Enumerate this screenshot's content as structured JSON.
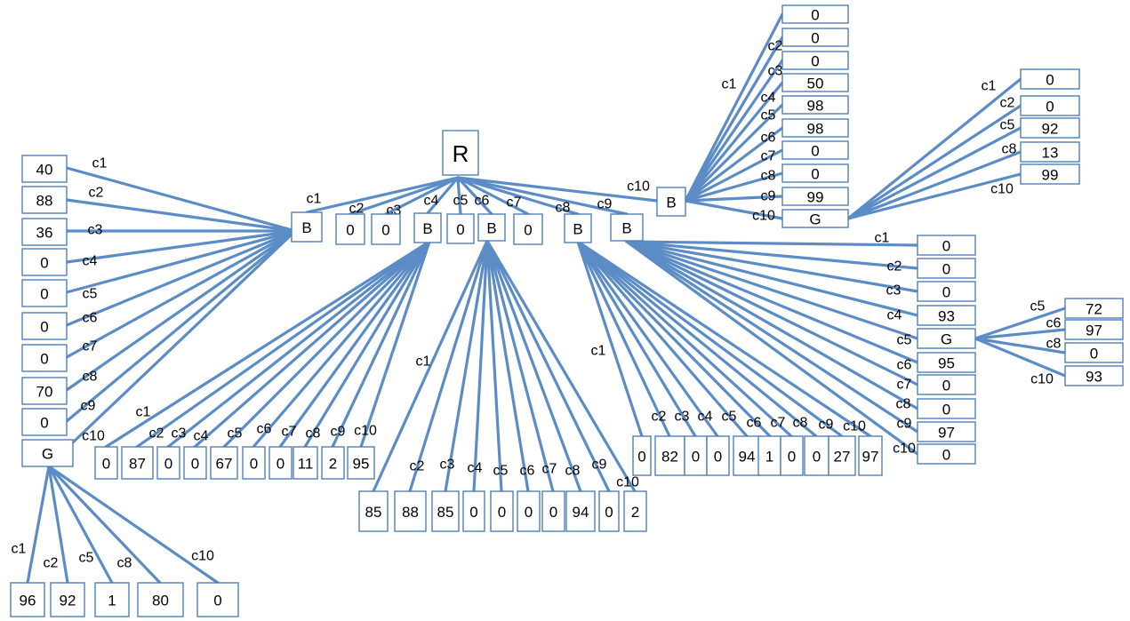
{
  "root": "R",
  "nodes": {
    "b1": "B",
    "v_c2": "0",
    "v_c3": "0",
    "b4": "B",
    "v_c5": "0",
    "b6": "B",
    "v_c7": "0",
    "b8": "B",
    "b9": "B",
    "b10": "B",
    "l1": "40",
    "l2": "88",
    "l3": "36",
    "l4": "0",
    "l5": "0",
    "l6": "0",
    "l7": "0",
    "l8": "70",
    "l9": "0",
    "l10": "G",
    "lg1": "96",
    "lg2": "92",
    "lg5": "1",
    "lg8": "80",
    "lg10": "0",
    "m1": "0",
    "m2": "87",
    "m3": "0",
    "m4": "0",
    "m5": "67",
    "m6": "0",
    "m7": "0",
    "m8": "11",
    "m9": "2",
    "m10": "95",
    "s1": "85",
    "s2": "88",
    "s3": "85",
    "s4": "0",
    "s5": "0",
    "s6": "0",
    "s7": "0",
    "s8": "94",
    "s9": "0",
    "s10": "2",
    "e1": "0",
    "e2": "82",
    "e3": "0",
    "e4": "0",
    "e5": "94",
    "e6": "1",
    "e7": "0",
    "e8": "0",
    "e9": "27",
    "e10": "97",
    "n1": "0",
    "n2": "0",
    "n3": "0",
    "n4": "93",
    "n5": "G",
    "n6": "95",
    "n7": "0",
    "n8": "0",
    "n9": "97",
    "n10": "0",
    "ng5": "72",
    "ng6": "97",
    "ng8": "0",
    "ng10": "93",
    "t1": "0",
    "t2": "0",
    "t3": "0",
    "t4": "50",
    "t5": "98",
    "t6": "98",
    "t7": "0",
    "t8": "0",
    "t9": "99",
    "t10": "G",
    "tg1": "0",
    "tg2": "0",
    "tg5": "92",
    "tg8": "13",
    "tg10": "99"
  },
  "edges": {
    "root": [
      "c1",
      "c2",
      "c3",
      "c4",
      "c5",
      "c6",
      "c7",
      "c8",
      "c9",
      "c10"
    ],
    "b1": [
      "c1",
      "c2",
      "c3",
      "c4",
      "c5",
      "c6",
      "c7",
      "c8",
      "c9",
      "c10"
    ],
    "l10": [
      "c1",
      "c2",
      "c5",
      "c8",
      "c10"
    ],
    "b4": [
      "c1",
      "c2",
      "c3",
      "c4",
      "c5",
      "c6",
      "c7",
      "c8",
      "c9",
      "c10"
    ],
    "b6": [
      "c1",
      "c2",
      "c3",
      "c4",
      "c5",
      "c6",
      "c7",
      "c8",
      "c9",
      "c10"
    ],
    "b8": [
      "c1",
      "c2",
      "c3",
      "c4",
      "c5",
      "c6",
      "c7",
      "c8",
      "c9",
      "c10"
    ],
    "b9": [
      "c1",
      "c2",
      "c3",
      "c4",
      "c5",
      "c6",
      "c7",
      "c8",
      "c9",
      "c10"
    ],
    "n5": [
      "c5",
      "c6",
      "c8",
      "c10"
    ],
    "b10": [
      "c1",
      "c2",
      "c3",
      "c4",
      "c5",
      "c6",
      "c7",
      "c8",
      "c9",
      "c10"
    ],
    "t10": [
      "c1",
      "c2",
      "c5",
      "c8",
      "c10"
    ]
  }
}
